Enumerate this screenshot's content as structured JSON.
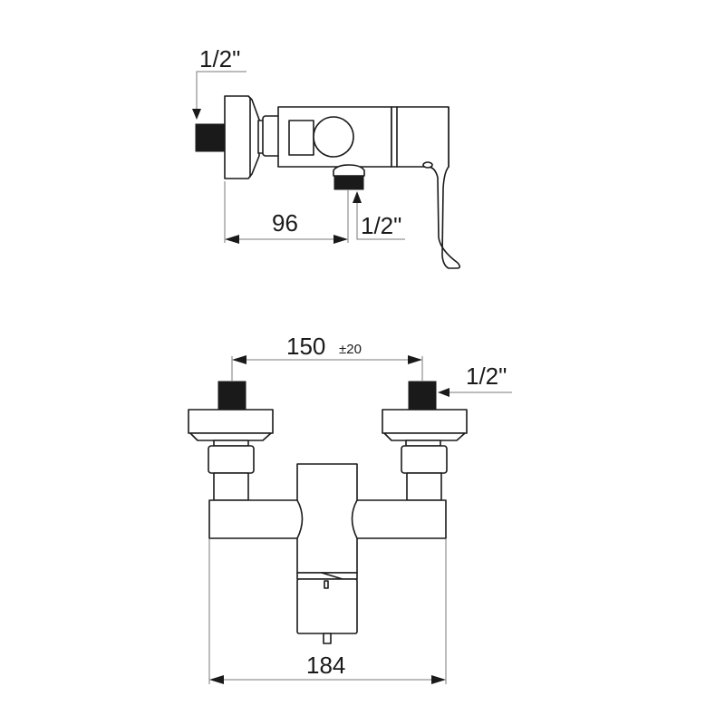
{
  "diagram": {
    "type": "technical-drawing",
    "subject": "wall-mounted shower mixer valve with lever handle",
    "colors": {
      "line": "#1a1a1a",
      "dimension_line": "#7a7a7a",
      "background": "#ffffff"
    },
    "side_view": {
      "inlet_thread_label": "1/2\"",
      "outlet_thread_label": "1/2\"",
      "depth_dimension": "96"
    },
    "front_view": {
      "centers_dimension": "150",
      "centers_tolerance": "±20",
      "inlet_thread_label": "1/2\"",
      "overall_width_dimension": "184"
    }
  }
}
